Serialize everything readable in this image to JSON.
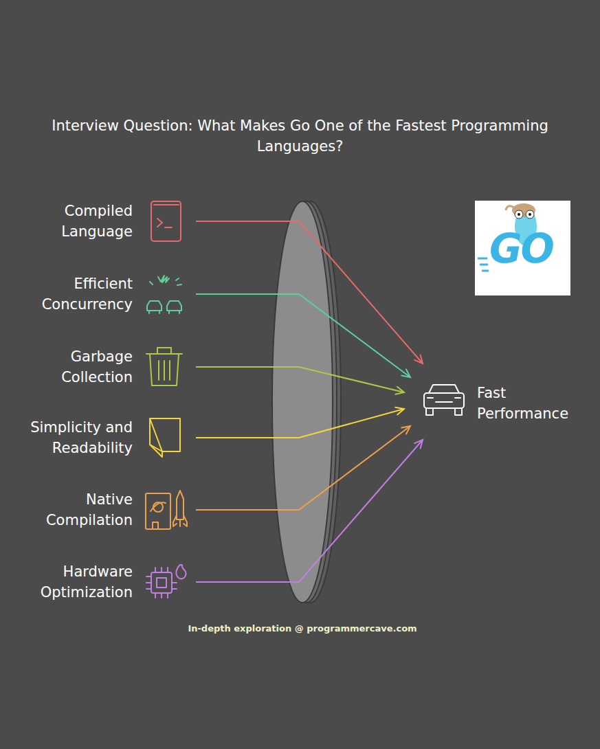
{
  "diagram": {
    "title": "Interview Question: What Makes Go One of the Fastest Programming Languages?",
    "caption": "In-depth exploration @ programmercave.com",
    "nodes": [
      {
        "text": [
          "Compiled Language"
        ]
      },
      {
        "text": [
          "Efficient Concurrency"
        ]
      },
      {
        "text": [
          "Garbage Collection"
        ]
      },
      {
        "text": [
          "Simplicity and Readability"
        ]
      },
      {
        "text": [
          "Native Compilation"
        ]
      },
      {
        "text": [
          "Hardware Optimization"
        ]
      },
      {
        "text": [
          "Fast Performance"
        ]
      }
    ],
    "edges": [
      {
        "from": 0,
        "to": 6,
        "arrow": "to"
      },
      {
        "from": 1,
        "to": 6,
        "arrow": "to"
      },
      {
        "from": 2,
        "to": 6,
        "arrow": "to"
      },
      {
        "from": 3,
        "to": 6,
        "arrow": "to"
      },
      {
        "from": 4,
        "to": 6,
        "arrow": "to"
      },
      {
        "from": 5,
        "to": 6,
        "arrow": "to"
      }
    ],
    "labels": [
      "GO"
    ]
  }
}
